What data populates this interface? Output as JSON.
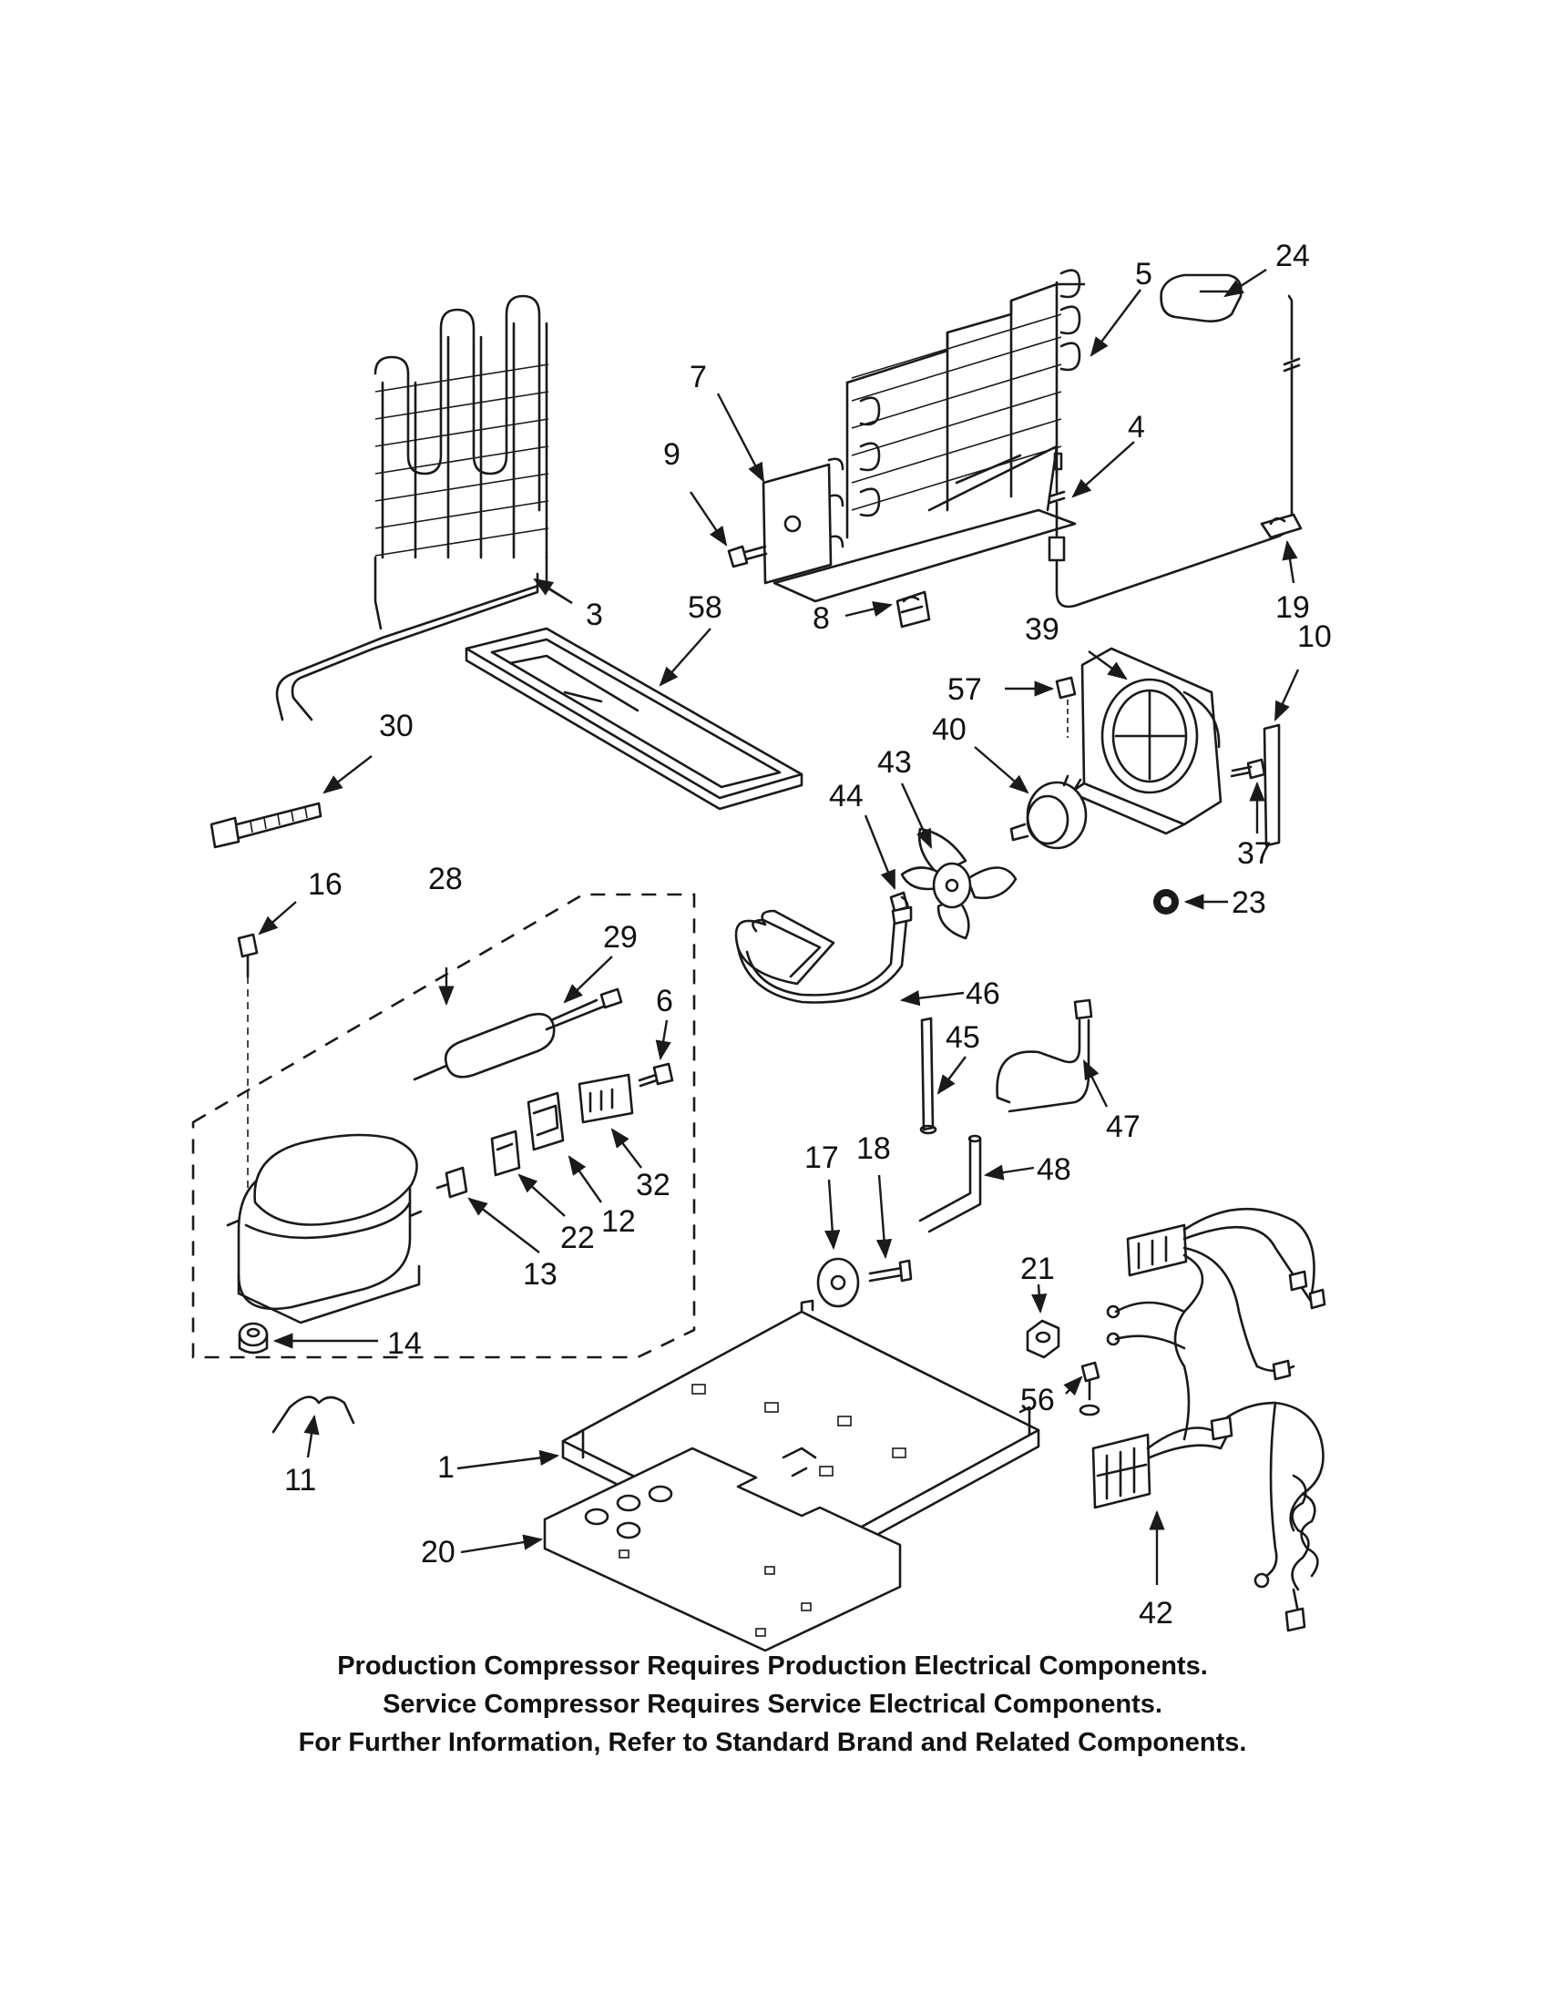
{
  "callouts": {
    "c1": "1",
    "c3": "3",
    "c4": "4",
    "c5": "5",
    "c6": "6",
    "c7": "7",
    "c8": "8",
    "c9": "9",
    "c10": "10",
    "c11": "11",
    "c12": "12",
    "c13": "13",
    "c14": "14",
    "c16": "16",
    "c17": "17",
    "c18": "18",
    "c19": "19",
    "c20": "20",
    "c21": "21",
    "c22": "22",
    "c23": "23",
    "c24": "24",
    "c28": "28",
    "c29": "29",
    "c30": "30",
    "c32": "32",
    "c37": "37",
    "c39": "39",
    "c40": "40",
    "c42": "42",
    "c43": "43",
    "c44": "44",
    "c45": "45",
    "c46": "46",
    "c47": "47",
    "c48": "48",
    "c56": "56",
    "c57": "57",
    "c58": "58"
  },
  "notes": [
    "Production Compressor Requires Production Electrical Components.",
    "Service Compressor Requires Service Electrical Components.",
    "For Further Information, Refer to Standard Brand and Related Components."
  ]
}
